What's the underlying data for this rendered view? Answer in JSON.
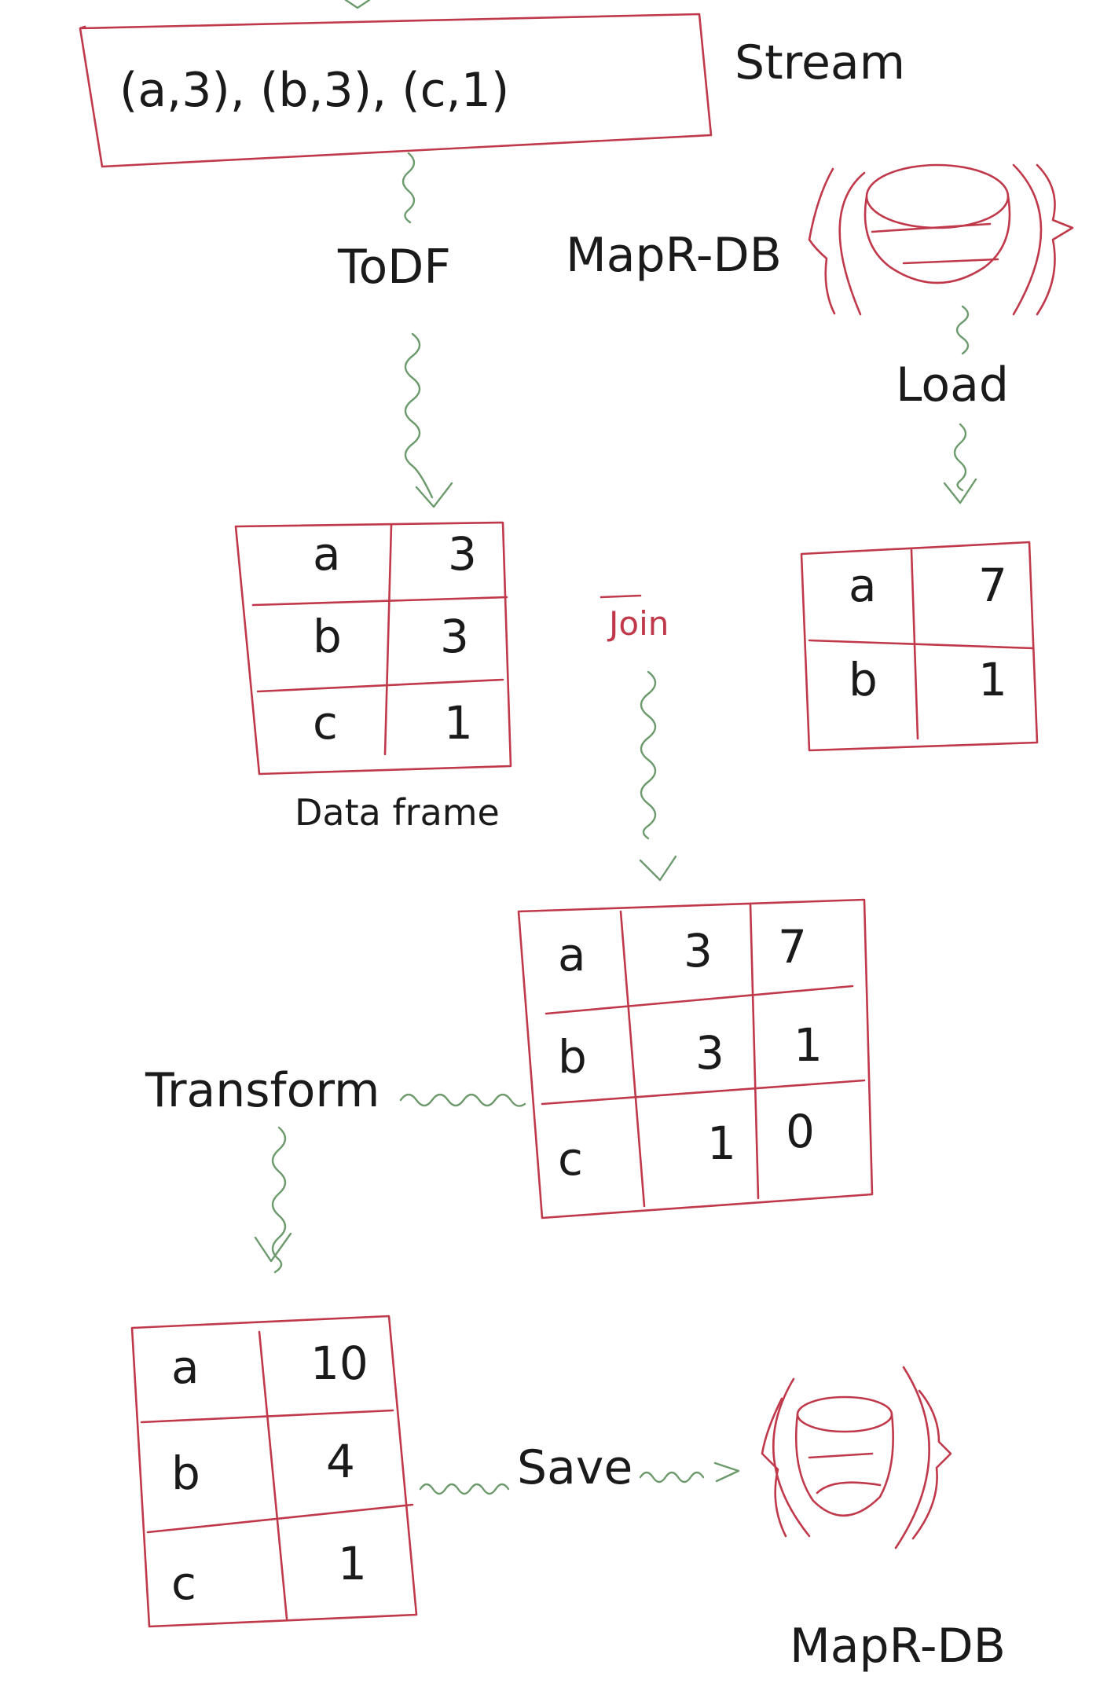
{
  "stream": {
    "text": "(a,3), (b,3), (c,1)",
    "label": "Stream"
  },
  "steps": {
    "todf": "ToDF",
    "load": "Load",
    "join": "Join",
    "transform": "Transform",
    "save": "Save"
  },
  "databases": {
    "source": "MapR-DB",
    "target": "MapR-DB"
  },
  "dataframe_label": "Data frame",
  "tables": {
    "dataframe": {
      "rows": [
        [
          "a",
          "3"
        ],
        [
          "b",
          "3"
        ],
        [
          "c",
          "1"
        ]
      ]
    },
    "loaded": {
      "rows": [
        [
          "a",
          "7"
        ],
        [
          "b",
          "1"
        ]
      ]
    },
    "joined": {
      "rows": [
        [
          "a",
          "3",
          "7"
        ],
        [
          "b",
          "3",
          "1"
        ],
        [
          "c",
          "1",
          "0"
        ]
      ]
    },
    "transformed": {
      "rows": [
        [
          "a",
          "10"
        ],
        [
          "b",
          "4"
        ],
        [
          "c",
          "1"
        ]
      ]
    }
  },
  "colors": {
    "box": "#c0394b",
    "arrow": "#6d9a6d",
    "ink": "#1a1a1a"
  }
}
